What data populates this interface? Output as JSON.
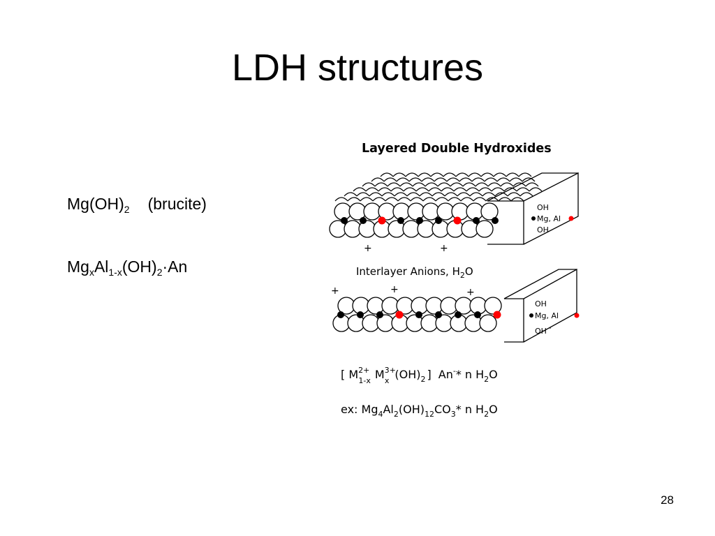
{
  "slide": {
    "title": "LDH structures",
    "page_number": "28"
  },
  "bullets": {
    "brucite": {
      "base": "Mg(OH)",
      "sub": "2",
      "note": "(brucite)"
    },
    "ldh": {
      "p1": "Mg",
      "s1": "x",
      "p2": "Al",
      "s2": "1-x",
      "p3": "(OH)",
      "s3": "2",
      "p4": "·An"
    }
  },
  "figure": {
    "title": "Layered Double Hydroxides",
    "interlayer_label": "Interlayer Anions, H",
    "interlayer_sub": "2",
    "interlayer_end": "O",
    "plus_sign": "+",
    "legend": {
      "oh": "OH",
      "metal": "Mg, Al",
      "oh_minus": "OH",
      "minus": "-"
    },
    "formula_general": {
      "open": "[ M",
      "sup1": "2+",
      "sub1": "1-x",
      "m2": "M",
      "sup2": "3+",
      "sub2": "x",
      "oh": "(OH)",
      "sub3": "2",
      "close": "]",
      "an": "An",
      "an_sup": "-",
      "star": "* n H",
      "h2o_sub": "2",
      "o": "O"
    },
    "formula_example": {
      "prefix": "ex:  Mg",
      "s1": "4",
      "al": "Al",
      "s2": "2",
      "oh": "(OH)",
      "s3": "12",
      "co": "CO",
      "s4": "3",
      "star": "* n H",
      "s5": "2",
      "o": "O"
    },
    "colors": {
      "black_site": "#000000",
      "red_site": "#ff0000",
      "outline": "#000000"
    }
  }
}
